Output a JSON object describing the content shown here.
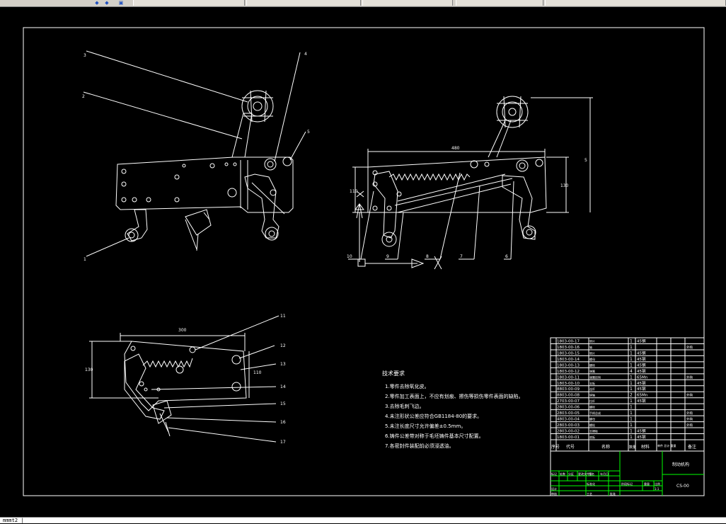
{
  "tabs": [
    {
      "label": ""
    },
    {
      "label": ""
    },
    {
      "label": ""
    },
    {
      "label": ""
    },
    {
      "label": ""
    }
  ],
  "command_line": "mmmt2 |",
  "colors": {
    "background": "#000000",
    "lines": "#ffffff",
    "titleblock_lines": "#00ff00",
    "leader": "#ffffff"
  },
  "view1": {
    "balloons": [
      "1",
      "2",
      "3",
      "4",
      "5"
    ]
  },
  "view2": {
    "dim_width": "480",
    "dim_height_left": "110",
    "dim_height_right": "130",
    "dim_tall": "5",
    "balloons": [
      "10",
      "9",
      "8",
      "7",
      "6"
    ]
  },
  "view3": {
    "dim_width": "300",
    "dim_height": "130",
    "dim_inner": "110",
    "balloons": [
      "11",
      "12",
      "13",
      "14",
      "15",
      "16",
      "17"
    ]
  },
  "tech_req": {
    "title": "技术要求",
    "items": [
      "1.零件去除氧化皮。",
      "2.零件加工表面上，不应有划痕、擦伤等损伤零件表面的缺陷。",
      "3.去除毛刺飞边。",
      "4.未注形状公差应符合GB1184-80的要求。",
      "5.未注长度尺寸允许偏差±0.5mm。",
      "6.铸件公差带对称于毛坯铸件基本尺寸配置。",
      "7.各密封件装配前必须浸透油。"
    ]
  },
  "bom": {
    "rows": [
      {
        "code": "1803-00-17",
        "name": "垫片",
        "qty": "1",
        "mat": "45钢",
        "note": ""
      },
      {
        "code": "1803-00-16",
        "name": "轴",
        "qty": "1",
        "mat": "",
        "note": "外购"
      },
      {
        "code": "1803-00-15",
        "name": "垫片",
        "qty": "1",
        "mat": "45钢",
        "note": ""
      },
      {
        "code": "1803-00-14",
        "name": "螺母",
        "qty": "1",
        "mat": "45钢",
        "note": ""
      },
      {
        "code": "1803-00-13",
        "name": "螺栓",
        "qty": "1",
        "mat": "45钢",
        "note": ""
      },
      {
        "code": "1803-00-12",
        "name": "弹簧",
        "qty": "4",
        "mat": "45钢",
        "note": ""
      },
      {
        "code": "1803-00-11",
        "name": "弹簧挂钩",
        "qty": "1",
        "mat": "65Mn",
        "note": "外购"
      },
      {
        "code": "1803-00-10",
        "name": "支板",
        "qty": "1",
        "mat": "45钢",
        "note": ""
      },
      {
        "code": "8803-00-09",
        "name": "连杆",
        "qty": "1",
        "mat": "45钢",
        "note": ""
      },
      {
        "code": "8803-00-08",
        "name": "销轴",
        "qty": "2",
        "mat": "65Mn",
        "note": "外购"
      },
      {
        "code": "2703-00-07",
        "name": "拉杆",
        "qty": "1",
        "mat": "45钢",
        "note": ""
      },
      {
        "code": "2803-00-06",
        "name": "螺栓",
        "qty": "1",
        "mat": "",
        "note": ""
      },
      {
        "code": "2803-00-05",
        "name": "手柄总成",
        "qty": "1",
        "mat": "",
        "note": "外购"
      },
      {
        "code": "4803-00-04",
        "name": "螺母",
        "qty": "1",
        "mat": "",
        "note": "外购"
      },
      {
        "code": "2803-00-03",
        "name": "螺栓",
        "qty": "1",
        "mat": "",
        "note": "外购"
      },
      {
        "code": "2803-00-02",
        "name": "支撑板",
        "qty": "1",
        "mat": "45钢",
        "note": ""
      },
      {
        "code": "1803-00-01",
        "name": "底板",
        "qty": "1",
        "mat": "45钢",
        "note": ""
      }
    ],
    "header": {
      "seq": "序号",
      "code": "代号",
      "name": "名称",
      "qty": "数量",
      "mat": "材料",
      "weight": "单件 总计 重量",
      "note": "备注"
    }
  },
  "titleblock": {
    "drawing_name": "制动机构",
    "drawing_no": "CS-00",
    "labels": [
      "标记",
      "处数",
      "分区",
      "更改文件号",
      "签名",
      "年月日",
      "设计",
      "标准化",
      "审核",
      "工艺",
      "批准",
      "阶段标记",
      "重量",
      "比例"
    ],
    "scale": "1:1"
  }
}
